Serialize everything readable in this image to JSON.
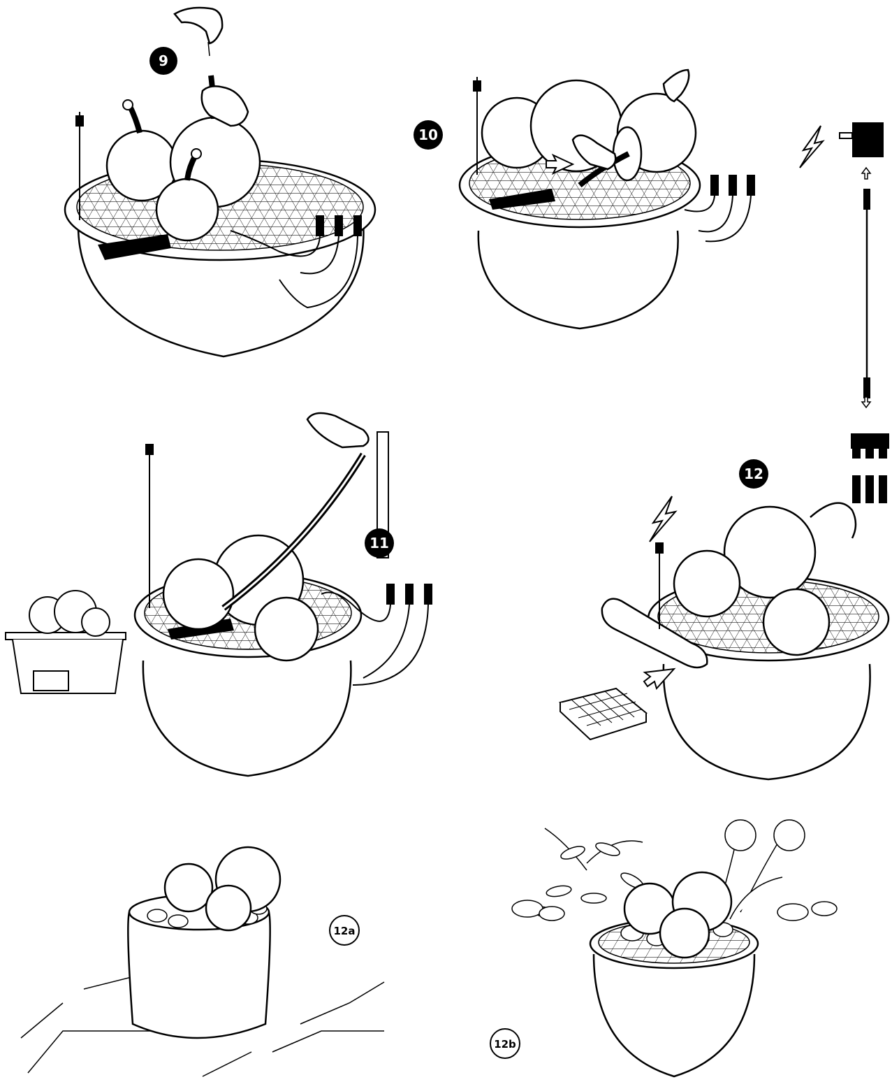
{
  "steps": [
    {
      "id": "step-9",
      "label": "9"
    },
    {
      "id": "step-10",
      "label": "10"
    },
    {
      "id": "step-11",
      "label": "11"
    },
    {
      "id": "step-12",
      "label": "12"
    },
    {
      "id": "step-12a",
      "label": "12a"
    },
    {
      "id": "step-12b",
      "label": "12b"
    }
  ],
  "colors": {
    "ink": "#000000",
    "paper": "#ffffff"
  },
  "icons": [
    "hand-icon",
    "power-plug-icon",
    "lightning-icon",
    "cable-connector-icon",
    "arrow-icon",
    "power-adapter-icon",
    "splitter-icon",
    "hose-icon",
    "filter-sponge-icon",
    "plant-icon",
    "stone-icon"
  ]
}
